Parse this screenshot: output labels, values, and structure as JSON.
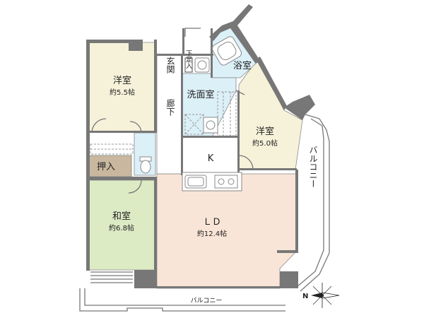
{
  "colors": {
    "western_room_floor": "#f6f2da",
    "japanese_room_floor": "#dcebc4",
    "living_dining_floor": "#f9e5d7",
    "wet_area_floor": "#dcf0f8",
    "hall_floor": "#ffffff",
    "storage_floor": "#c9b89f",
    "wall": "#777777",
    "outline": "#888888"
  },
  "rooms": {
    "western_room_1": {
      "name": "洋室",
      "size": "約5.5帖"
    },
    "western_room_2": {
      "name": "洋室",
      "size": "約5.0帖"
    },
    "japanese_room": {
      "name": "和室",
      "size": "約6.8帖"
    },
    "living_dining": {
      "name": "ＬＤ",
      "size": "約12.4帖"
    },
    "kitchen": {
      "name": "K"
    },
    "bathroom": {
      "name": "浴室"
    },
    "washroom": {
      "name": "洗面室"
    },
    "entrance": {
      "name": "玄関"
    },
    "shoe_storage": {
      "name": "下足入"
    },
    "corridor": {
      "name": "廊下"
    },
    "closet": {
      "name": "押入"
    }
  },
  "balconies": {
    "east": "バルコニー",
    "south": "バルコニー"
  },
  "compass": {
    "north_label": "N"
  },
  "icons": [
    "compass-rose-icon",
    "sink-icon",
    "stove-icon",
    "toilet-icon",
    "bathtub-icon",
    "washbasin-icon",
    "washing-machine-icon"
  ]
}
